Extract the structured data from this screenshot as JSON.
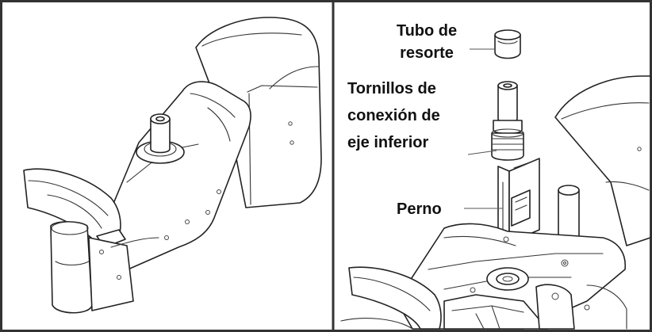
{
  "labels": {
    "spring_tube_line1": "Tubo de",
    "spring_tube_line2": "resorte",
    "screws_line1": "Tornillos de",
    "screws_line2": "conexión de",
    "screws_line3": "eje inferior",
    "pin": "Perno"
  },
  "colors": {
    "border": "#333333",
    "ink": "#222222",
    "background": "#ffffff"
  }
}
